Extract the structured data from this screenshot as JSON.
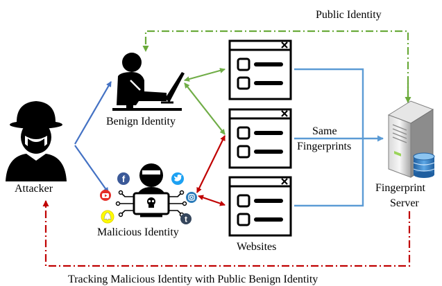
{
  "labels": {
    "public_identity": "Public Identity",
    "benign_identity": "Benign Identity",
    "attacker": "Attacker",
    "malicious_identity": "Malicious Identity",
    "websites": "Websites",
    "same": "Same",
    "fingerprints": "Fingerprints",
    "fingerprint": "Fingerprint",
    "server": "Server",
    "tracking": "Tracking Malicious Identity with Public Benign Identity"
  },
  "social_icons": {
    "facebook": "f",
    "twitter": "twitter-bird-icon",
    "youtube": "youtube-icon",
    "instagram": "instagram-icon",
    "snapchat": "snapchat-icon",
    "tumblr": "t"
  },
  "colors": {
    "public_link": "#6aaa3a",
    "benign_link": "#70ad47",
    "malicious_link": "#c00000",
    "attacker_link": "#4472c4",
    "fingerprint_link": "#5b9bd5",
    "tracking_link": "#c00000"
  }
}
